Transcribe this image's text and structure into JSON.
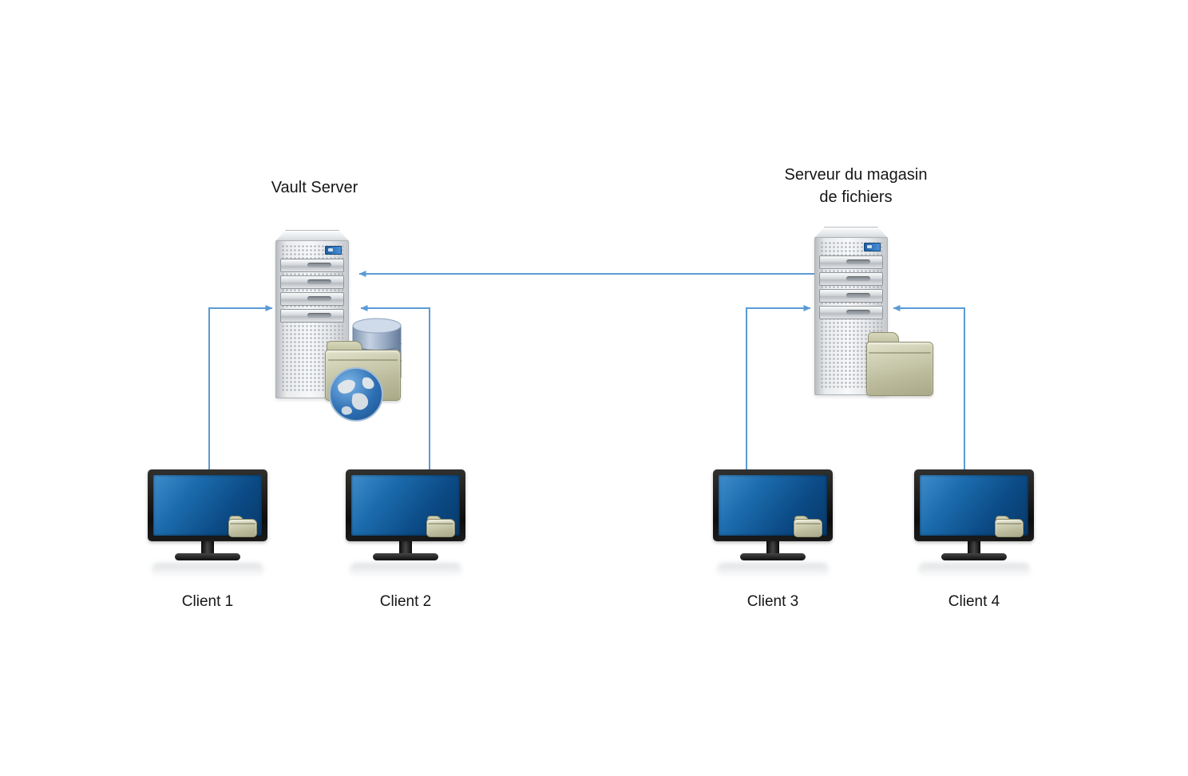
{
  "diagram": {
    "vault_server": {
      "label": "Vault Server"
    },
    "file_server": {
      "label_line1": "Serveur du magasin",
      "label_line2": "de fichiers"
    },
    "clients": [
      {
        "label": "Client 1"
      },
      {
        "label": "Client 2"
      },
      {
        "label": "Client 3"
      },
      {
        "label": "Client 4"
      }
    ],
    "colors": {
      "arrow": "#5b9bd5",
      "screen_blue": "#0d4d86",
      "folder_khaki": "#bcbc9d",
      "server_gray": "#e9ebed",
      "database_blue": "#93a7c1"
    }
  }
}
